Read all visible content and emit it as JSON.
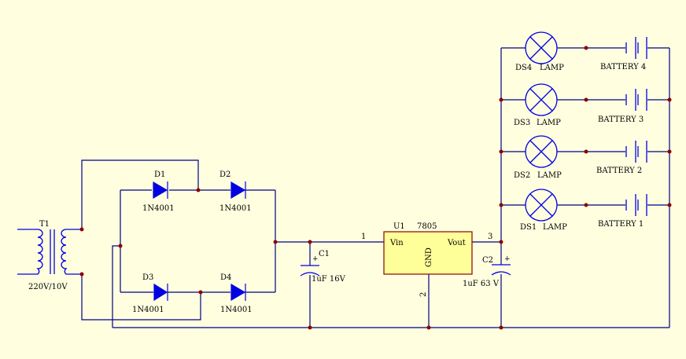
{
  "transformer": {
    "ref": "T1",
    "value": "220V/10V"
  },
  "diodes": [
    {
      "ref": "D1",
      "part": "1N4001"
    },
    {
      "ref": "D2",
      "part": "1N4001"
    },
    {
      "ref": "D3",
      "part": "1N4001"
    },
    {
      "ref": "D4",
      "part": "1N4001"
    }
  ],
  "capacitors": [
    {
      "ref": "C1",
      "value": "1uF 16V",
      "polarity": "+"
    },
    {
      "ref": "C2",
      "value": "1uF 63 V",
      "polarity": "+"
    }
  ],
  "regulator": {
    "ref": "U1",
    "part": "7805",
    "vin": "Vin",
    "vout": "Vout",
    "gnd": "GND",
    "pin1": "1",
    "pin2": "2",
    "pin3": "3"
  },
  "lamps": [
    {
      "ref": "DS4",
      "type": "LAMP",
      "battery": "BATTERY 4"
    },
    {
      "ref": "DS3",
      "type": "LAMP",
      "battery": "BATTERY 3"
    },
    {
      "ref": "DS2",
      "type": "LAMP",
      "battery": "BATTERY 2"
    },
    {
      "ref": "DS1",
      "type": "LAMP",
      "battery": "BATTERY 1"
    }
  ],
  "colors": {
    "background": "#ffffe0",
    "wire": "#000080",
    "component": "#0000e0",
    "junction": "#8b0000",
    "regulator_fill": "#ffff99"
  }
}
